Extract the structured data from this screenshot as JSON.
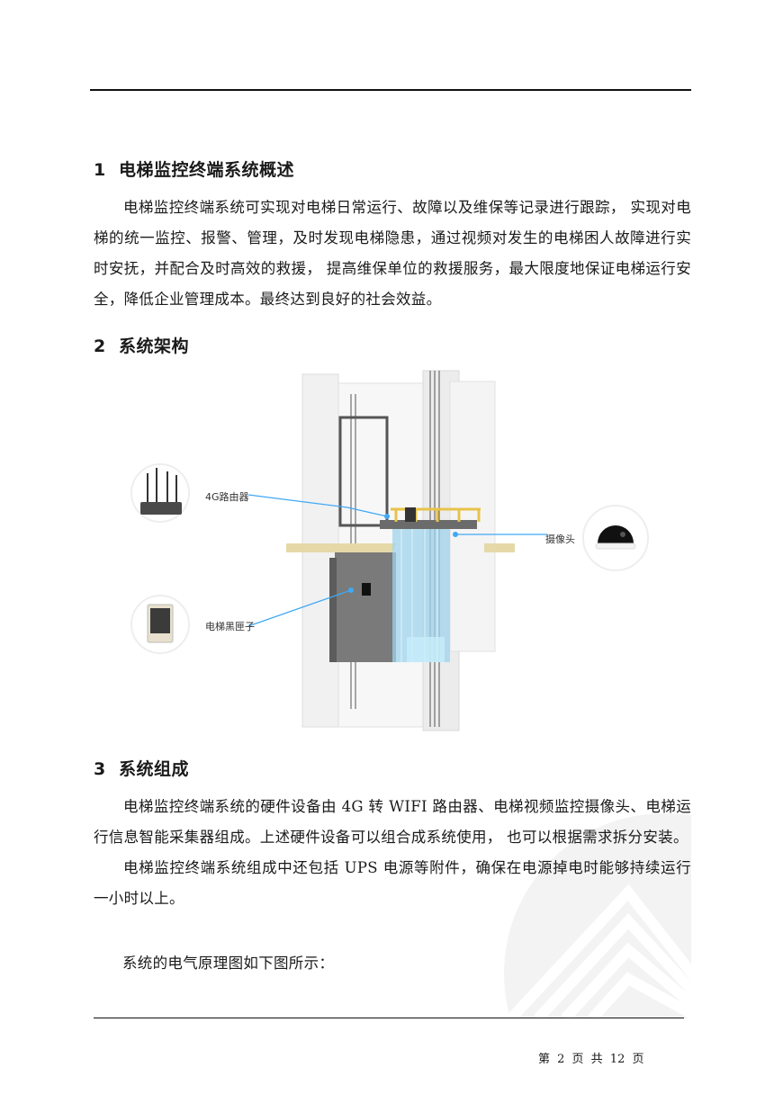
{
  "sections": [
    {
      "number": "1",
      "title": "电梯监控终端系统概述",
      "paragraph": "电梯监控终端系统可实现对电梯日常运行、故障以及维保等记录进行跟踪， 实现对电梯的统一监控、报警、管理，及时发现电梯隐患，通过视频对发生的电梯困人故障进行实时安抚，并配合及时高效的救援， 提高维保单位的救援服务，最大限度地保证电梯运行安全，降低企业管理成本。最终达到良好的社会效益。"
    },
    {
      "number": "2",
      "title": "系统架构"
    },
    {
      "number": "3",
      "title": "系统组成",
      "paragraphs": [
        "电梯监控终端系统的硬件设备由 4G 转 WIFI 路由器、电梯视频监控摄像头、电梯运行信息智能采集器组成。上述硬件设备可以组合成系统使用， 也可以根据需求拆分安装。",
        "电梯监控终端系统组成中还包括 UPS 电源等附件，确保在电源掉电时能够持续运行一小时以上。"
      ],
      "caption_line": "系统的电气原理图如下图所示："
    }
  ],
  "figure": {
    "labels": {
      "router": "4G路由器",
      "camera": "摄像头",
      "blackbox": "电梯黑匣子"
    },
    "colors": {
      "leader": "#3fa9f5",
      "glass": "#9fd4ec",
      "floor": "#e6d9a8",
      "car": "#777777"
    }
  },
  "footer": {
    "text": "第 2 页 共 12 页"
  }
}
